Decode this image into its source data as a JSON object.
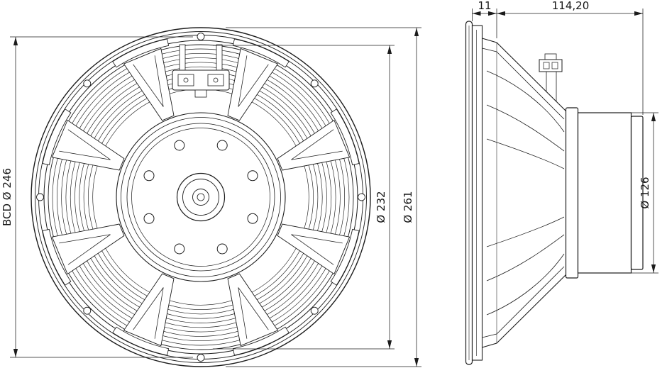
{
  "dimensions": {
    "bcd": "BCD Ø 246",
    "inner_diameter": "Ø 232",
    "outer_diameter": "Ø 261",
    "flange_thickness": "11",
    "total_depth": "114,20",
    "magnet_diameter": "Ø 126"
  },
  "colors": {
    "ink": "#1c1c1c",
    "background": "#ffffff"
  }
}
